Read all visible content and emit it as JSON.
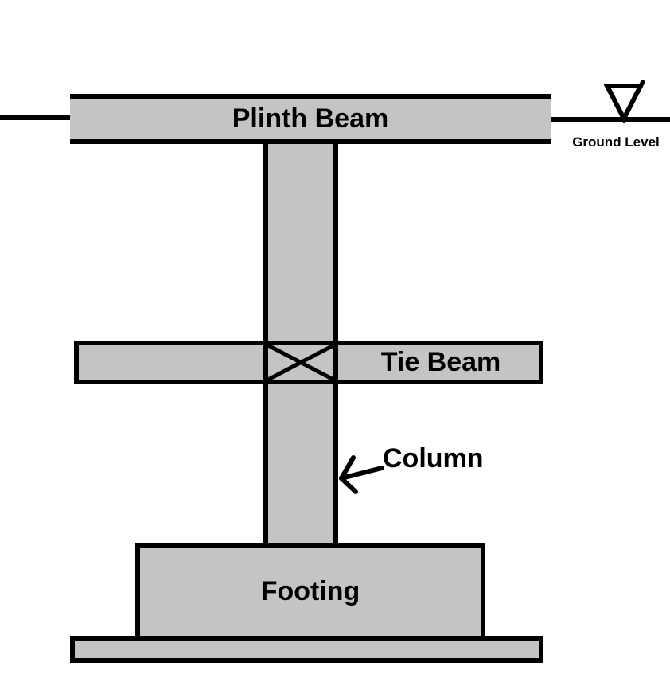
{
  "diagram": {
    "type": "structural-foundation-diagram",
    "labels": {
      "plinth_beam": "Plinth Beam",
      "ground_level": "Ground Level",
      "tie_beam": "Tie Beam",
      "column": "Column",
      "footing": "Footing"
    },
    "colors": {
      "concrete_fill": "#c4c4c4",
      "line": "#000000",
      "background": "#ffffff"
    },
    "icons": {
      "ground_level_symbol": "inverted-open-triangle",
      "column_pointer": "left-arrow",
      "beam_column_joint": "x-cross"
    }
  }
}
